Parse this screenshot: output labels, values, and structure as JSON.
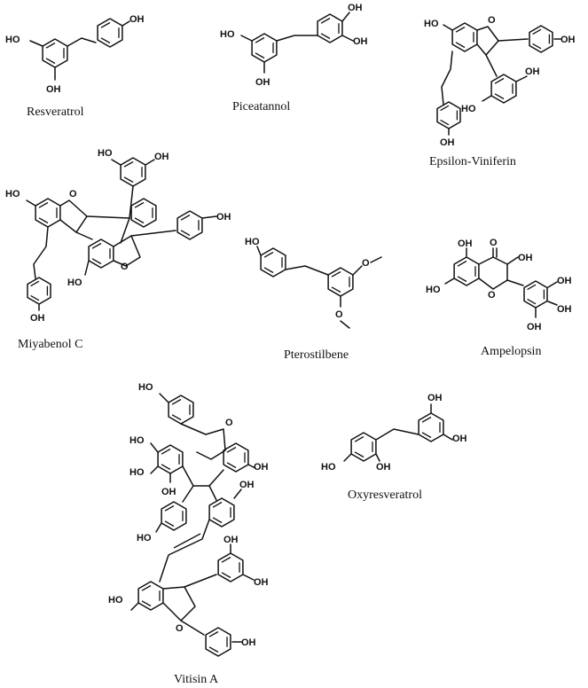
{
  "figure": {
    "atom_labels": {
      "hydroxyl": "OH",
      "ho": "HO",
      "oxygen": "O"
    },
    "compounds": [
      {
        "id": "resveratrol",
        "name": "Resveratrol"
      },
      {
        "id": "piceatannol",
        "name": "Piceatannol"
      },
      {
        "id": "epsilon-viniferin",
        "name": "Epsilon-Viniferin"
      },
      {
        "id": "miyabenol-c",
        "name": "Miyabenol C"
      },
      {
        "id": "pterostilbene",
        "name": "Pterostilbene"
      },
      {
        "id": "ampelopsin",
        "name": "Ampelopsin"
      },
      {
        "id": "oxyresveratrol",
        "name": "Oxyresveratrol"
      },
      {
        "id": "vitisin-a",
        "name": "Vitisin A"
      }
    ]
  }
}
